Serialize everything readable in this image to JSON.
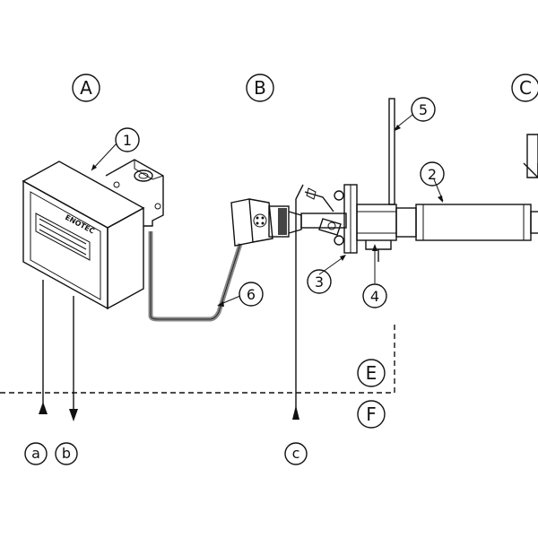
{
  "diagram": {
    "section_labels": {
      "A": "A",
      "B": "B",
      "C": "C",
      "E": "E",
      "F": "F"
    },
    "component_numbers": {
      "n1": "1",
      "n2": "2",
      "n3": "3",
      "n4": "4",
      "n5": "5",
      "n6": "6"
    },
    "connection_labels": {
      "a": "a",
      "b": "b",
      "c": "c"
    },
    "device": {
      "brand": "ENOTEC"
    },
    "colors": {
      "line": "#111111",
      "cable": "#888888",
      "background": "#ffffff"
    }
  }
}
